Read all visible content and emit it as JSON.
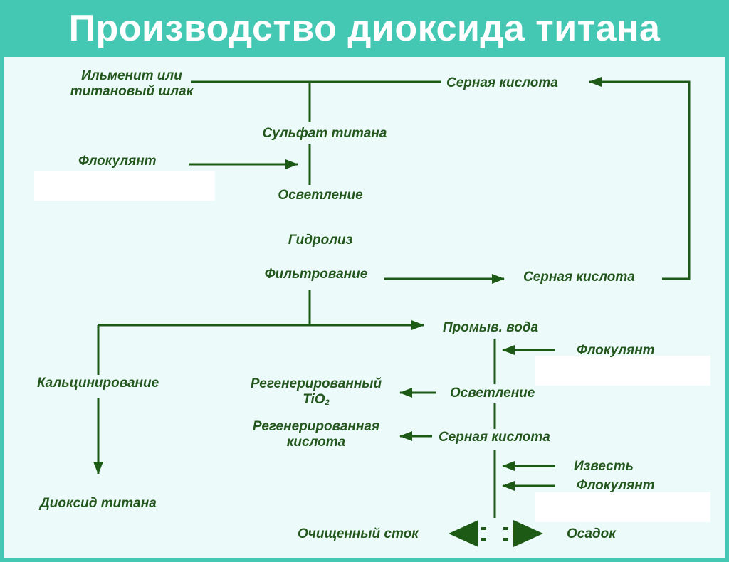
{
  "title": "Производство диоксида титана",
  "colors": {
    "frame": "#45c8b3",
    "panel": "#ecfbf9",
    "text": "#24571e",
    "line": "#1c5a16"
  },
  "labels": {
    "ilmenite_line1": "Ильменит или",
    "ilmenite_line2": "титановый шлак",
    "sulfuric_acid_top": "Серная кислота",
    "titanium_sulfate": "Сульфат титана",
    "flocculant_1": "Флокулянт",
    "clarification_1": "Осветление",
    "hydrolysis": "Гидролиз",
    "filtration": "Фильтрование",
    "sulfuric_acid_right": "Серная кислота",
    "wash_water": "Промыв. вода",
    "flocculant_2": "Флокулянт",
    "calcination": "Кальцинирование",
    "regenerated_tio2_line1": "Регенерированный",
    "regenerated_tio2_formula": "TiO",
    "regenerated_tio2_subscript": "2",
    "clarification_2": "Осветление",
    "regenerated_acid_line1": "Регенерированная",
    "regenerated_acid_line2": "кислота",
    "sulfuric_acid_lower": "Серная кислота",
    "lime": "Известь",
    "flocculant_3": "Флокулянт",
    "titanium_dioxide": "Диоксид титана",
    "clean_effluent": "Очищенный сток",
    "sediment": "Осадок"
  }
}
